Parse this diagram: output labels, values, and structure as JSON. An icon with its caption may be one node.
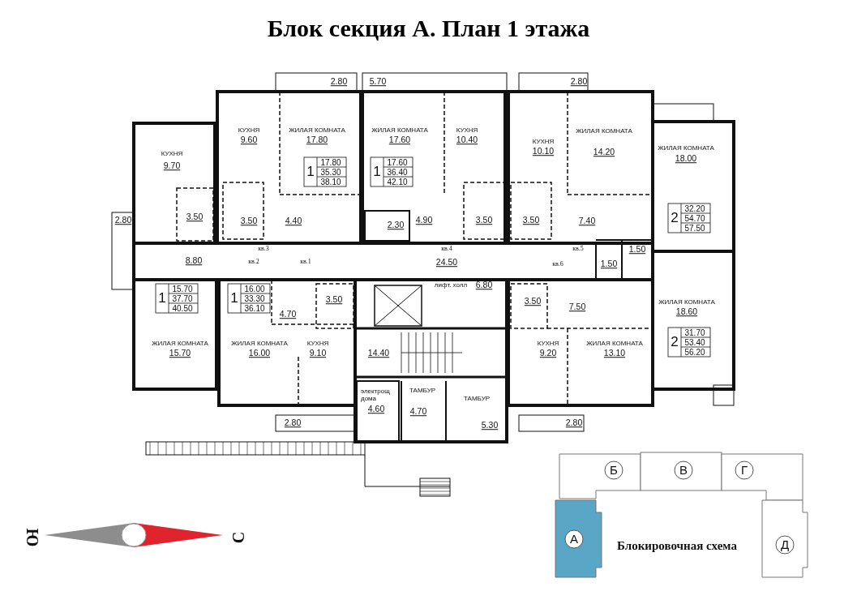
{
  "diagram": {
    "title": "Блок секция А. План 1 этажа",
    "labels": [
      "2.80",
      "5.70",
      "2.80",
      "КУХНЯ",
      "9.60",
      "ЖИЛАЯ КОМНАТА",
      "17.80",
      "ЖИЛАЯ КОМНАТА",
      "17.60",
      "КУХНЯ",
      "10.40",
      "КУХНЯ",
      "10.10",
      "ЖИЛАЯ КОМНАТА",
      "14.20",
      "ЖИЛАЯ КОМНАТА",
      "18.00",
      "КУХНЯ",
      "9.70",
      "1",
      "17.80",
      "35.30",
      "38.10",
      "1",
      "17.60",
      "36.40",
      "42.10",
      "2",
      "32.20",
      "54.70",
      "57.50",
      "2.80",
      "3.50",
      "3.50",
      "4.40",
      "2.30",
      "4.90",
      "3.50",
      "3.50",
      "7.40",
      "кв.3",
      "кв.4",
      "кв.5",
      "1.50",
      "8.80",
      "кв.2",
      "кв.1",
      "24.50",
      "кв.6",
      "1.50",
      "1",
      "15.70",
      "37.70",
      "40.50",
      "1",
      "16.00",
      "33.30",
      "36.10",
      "3.50",
      "лифт. холл",
      "6.80",
      "3.50",
      "ЖИЛАЯ КОМНАТА",
      "4.70",
      "7.50",
      "18.60",
      "2",
      "31.70",
      "53.40",
      "56.20",
      "ЖИЛАЯ КОМНАТА",
      "15.70",
      "ЖИЛАЯ КОМНАТА",
      "16.00",
      "КУХНЯ",
      "9.10",
      "14.40",
      "КУХНЯ",
      "9.20",
      "ЖИЛАЯ КОМНАТА",
      "13.10",
      "электрощ дома",
      "ТАМБУР",
      "ТАМБУР",
      "4.60",
      "4.70",
      "2.80",
      "5.30",
      "2.80",
      "Б",
      "В",
      "Г",
      "Ю",
      "С",
      "А",
      "Блокировочная схема",
      "Д"
    ]
  }
}
